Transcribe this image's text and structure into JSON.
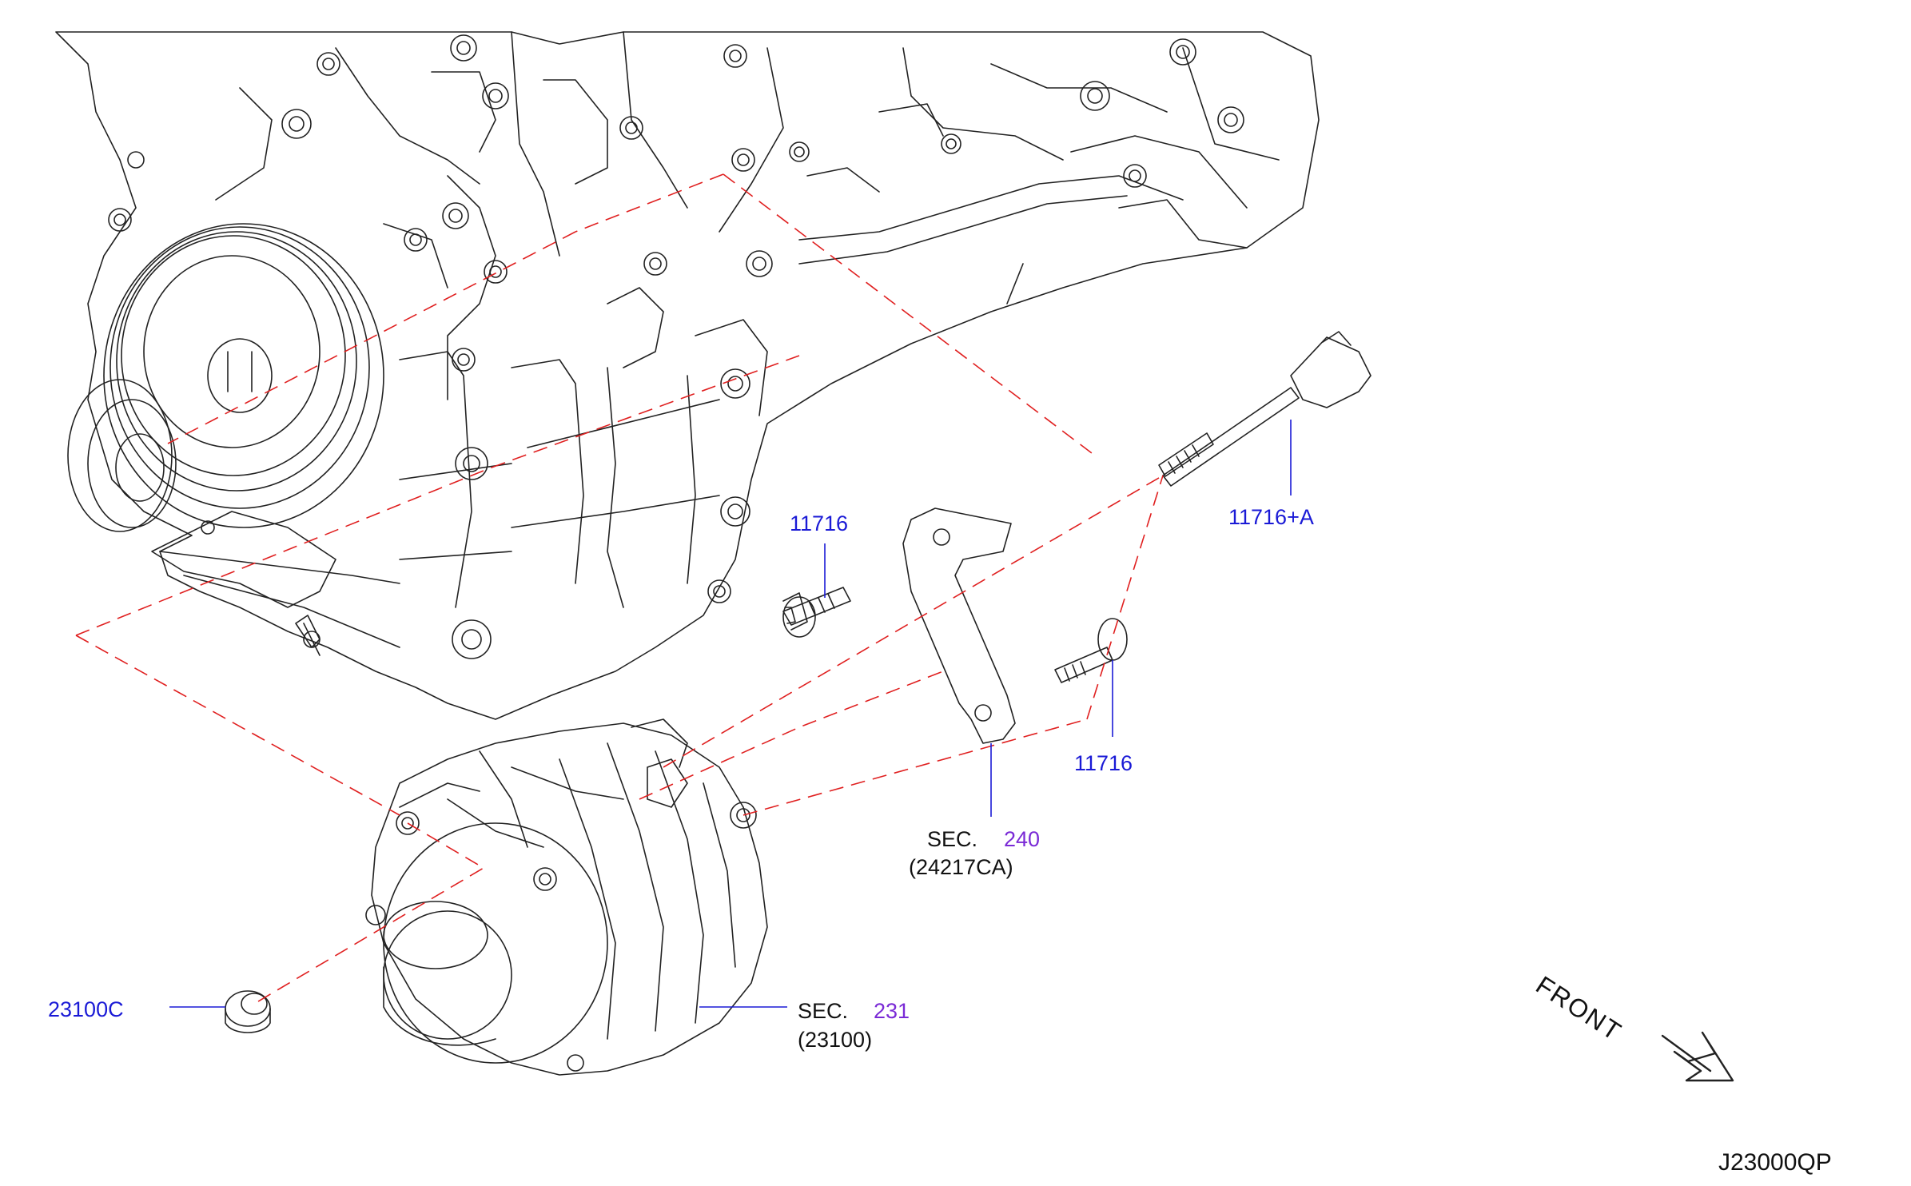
{
  "colors": {
    "line": "#222222",
    "leader": "#1a1ad6",
    "phantom": "#e02020",
    "part_number": "#1a1ad6",
    "section_number": "#7a2ad6"
  },
  "labels": {
    "bolt_upper": "11716",
    "bolt_lower": "11716",
    "stud_bolt": "11716+A",
    "nut": "23100C",
    "bracket_sec_prefix": "SEC.",
    "bracket_sec_number": "240",
    "bracket_part": "(24217CA)",
    "alternator_sec_prefix": "SEC.",
    "alternator_sec_number": "231",
    "alternator_part": "(23100)"
  },
  "direction": {
    "front_label": "FRONT",
    "icon": "arrow-down-right-icon"
  },
  "diagram_code": "J23000QP"
}
